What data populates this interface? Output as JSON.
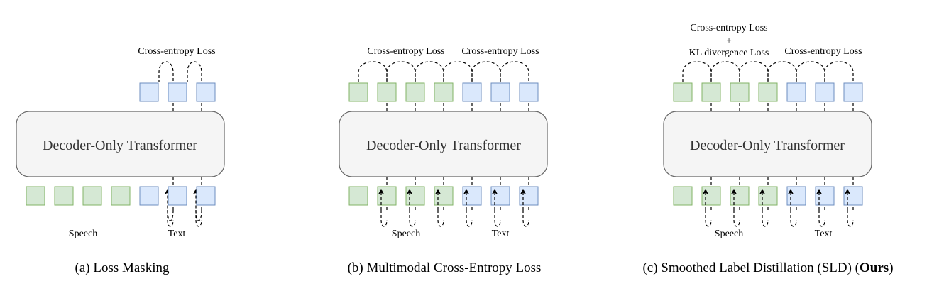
{
  "colors": {
    "speech_fill": "#d5e8d4",
    "speech_stroke": "#82b366",
    "text_fill": "#dae8fc",
    "text_stroke": "#6c8ebf",
    "transformer_fill": "#f5f5f5",
    "transformer_stroke": "#666666",
    "line": "#000000"
  },
  "panels": [
    {
      "id": "a",
      "caption": "(a) Loss Masking",
      "transformer_label": "Decoder-Only Transformer",
      "input_tokens": [
        "speech",
        "speech",
        "speech",
        "speech",
        "text",
        "text",
        "text"
      ],
      "output_tokens": [
        "text",
        "text",
        "text"
      ],
      "loss_labels": [
        "Cross-entropy Loss"
      ],
      "modality_labels": [
        "Speech",
        "Text"
      ]
    },
    {
      "id": "b",
      "caption": "(b) Multimodal Cross-Entropy Loss",
      "transformer_label": "Decoder-Only Transformer",
      "input_tokens": [
        "speech",
        "speech",
        "speech",
        "speech",
        "text",
        "text",
        "text"
      ],
      "output_tokens": [
        "speech",
        "speech",
        "speech",
        "speech",
        "text",
        "text",
        "text"
      ],
      "loss_labels": [
        "Cross-entropy Loss",
        "Cross-entropy Loss"
      ],
      "modality_labels": [
        "Speech",
        "Text"
      ]
    },
    {
      "id": "c",
      "caption_prefix": "(c) Smoothed Label Distillation (SLD) (",
      "caption_bold": "Ours",
      "caption_suffix": ")",
      "transformer_label": "Decoder-Only Transformer",
      "input_tokens": [
        "speech",
        "speech",
        "speech",
        "speech",
        "text",
        "text",
        "text"
      ],
      "output_tokens": [
        "speech",
        "speech",
        "speech",
        "speech",
        "text",
        "text",
        "text"
      ],
      "loss_labels": [
        "Cross-entropy Loss",
        "+",
        "KL divergence Loss",
        "Cross-entropy Loss"
      ],
      "modality_labels": [
        "Speech",
        "Text"
      ]
    }
  ]
}
